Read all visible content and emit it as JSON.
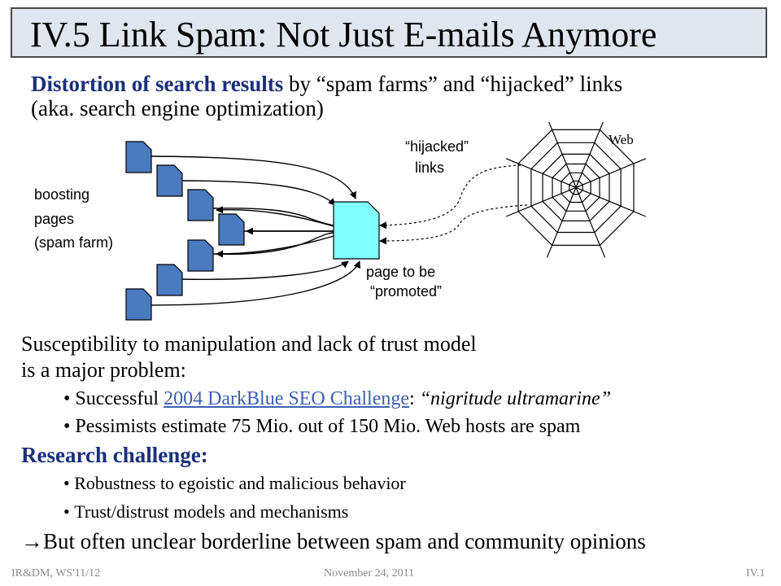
{
  "title": "IV.5 Link Spam: Not Just E-mails Anymore",
  "intro": {
    "bold": "Distortion of search results",
    "rest": " by “spam farms” and “hijacked” links",
    "line2": "(aka. search engine optimization)"
  },
  "diagram": {
    "hijacked_line1": "“hijacked”",
    "hijacked_line2": "links",
    "web": "Web",
    "boosting_line1": "boosting",
    "boosting_line2": "pages",
    "boosting_line3": "(spam farm)",
    "promoted_line1": "page to be",
    "promoted_line2": "“promoted”",
    "colors": {
      "boosting_page": "#4a7abf",
      "promoted_page": "#7fffff"
    }
  },
  "body": {
    "para_line1": "Susceptibility to manipulation and lack of trust model",
    "para_line2": "is a major problem:",
    "bullets": [
      {
        "pre": "Successful ",
        "link": "2004 DarkBlue SEO Challenge",
        "mid": ": ",
        "quote": "“nigritude ultramarine”"
      },
      {
        "text": "Pessimists estimate 75 Mio. out of 150 Mio. Web hosts are spam"
      }
    ],
    "research_heading": "Research challenge:",
    "research_bullets": [
      "Robustness to egoistic and malicious behavior",
      "Trust/distrust models and mechanisms"
    ],
    "conclusion": "→But often unclear borderline between spam and community opinions"
  },
  "footer": {
    "left": "IR&DM, WS'11/12",
    "center": "November 24, 2011",
    "right": "IV.1"
  }
}
